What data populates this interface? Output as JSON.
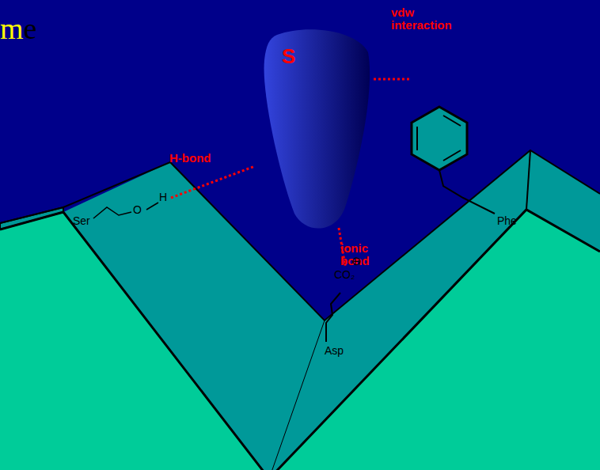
{
  "diagram": {
    "title": "me",
    "nodes": [
      {
        "text": [
          "S"
        ]
      }
    ],
    "labels": [
      "H-bond",
      "ionic bond",
      "vdw interaction",
      "Ser",
      "O",
      "H",
      "Asp",
      "CO₂",
      "⊖",
      "Phe"
    ]
  }
}
